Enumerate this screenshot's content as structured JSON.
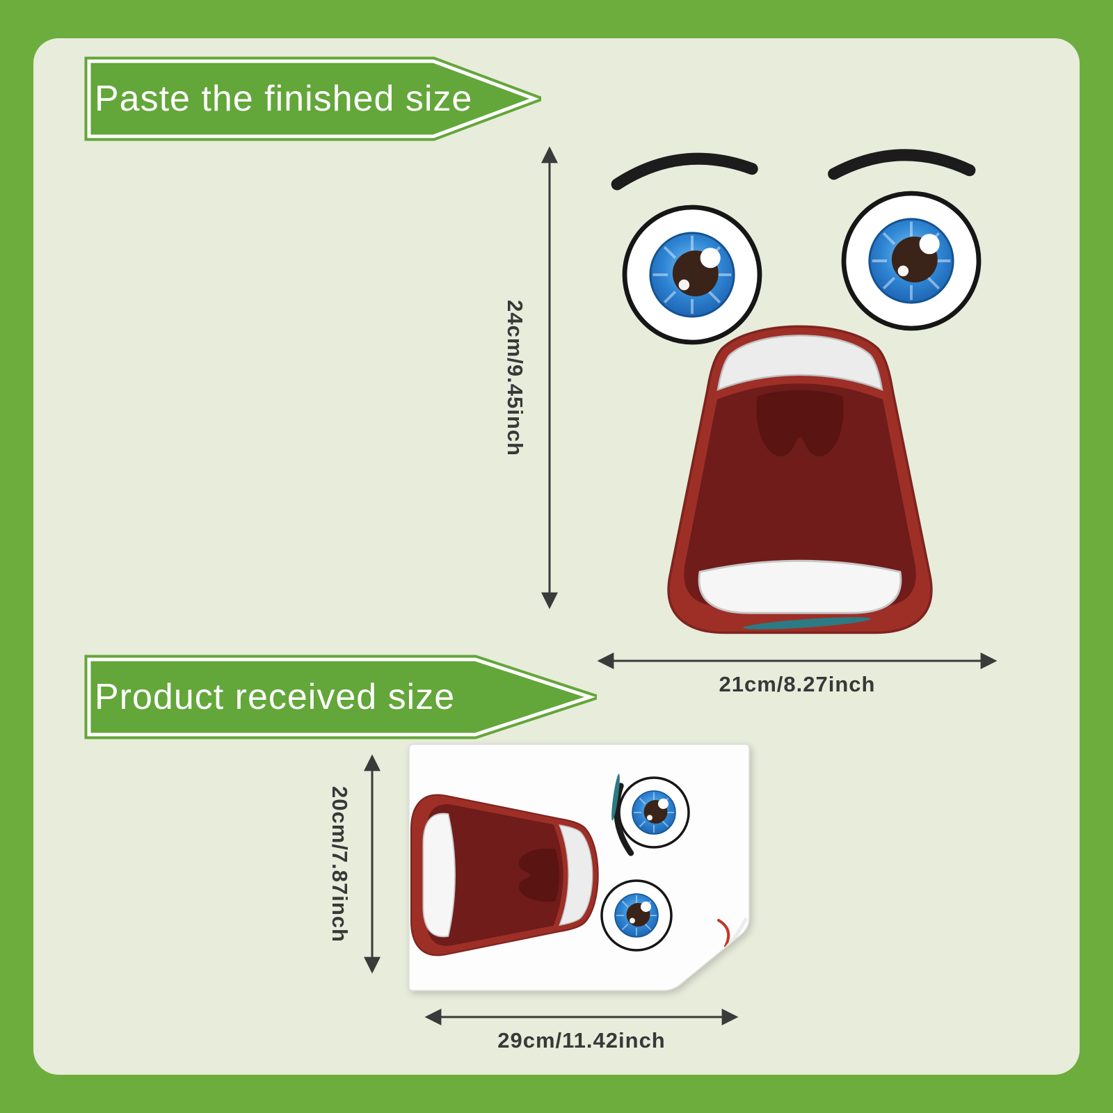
{
  "banners": {
    "finished_label": "Paste the finished size",
    "received_label": "Product received size"
  },
  "dimensions": {
    "finished_height": "24cm/9.45inch",
    "finished_width": "21cm/8.27inch",
    "received_height": "20cm/7.87inch",
    "received_width": "29cm/11.42inch"
  },
  "graphics": {
    "face": "surprised-cartoon-face-sticker",
    "sheet": "folded-sticker-sheet"
  },
  "colors": {
    "frame_green": "#6dad3e",
    "panel_background": "#e8ecdb",
    "banner_green": "#63a63a",
    "banner_text": "#ffffff",
    "dimension_line": "#3a3a3a",
    "mouth_red": "#9e2f27",
    "mouth_cavity": "#6f1c1a",
    "iris_blue": "#2f86d4",
    "teal_accent": "#2c7a84"
  }
}
